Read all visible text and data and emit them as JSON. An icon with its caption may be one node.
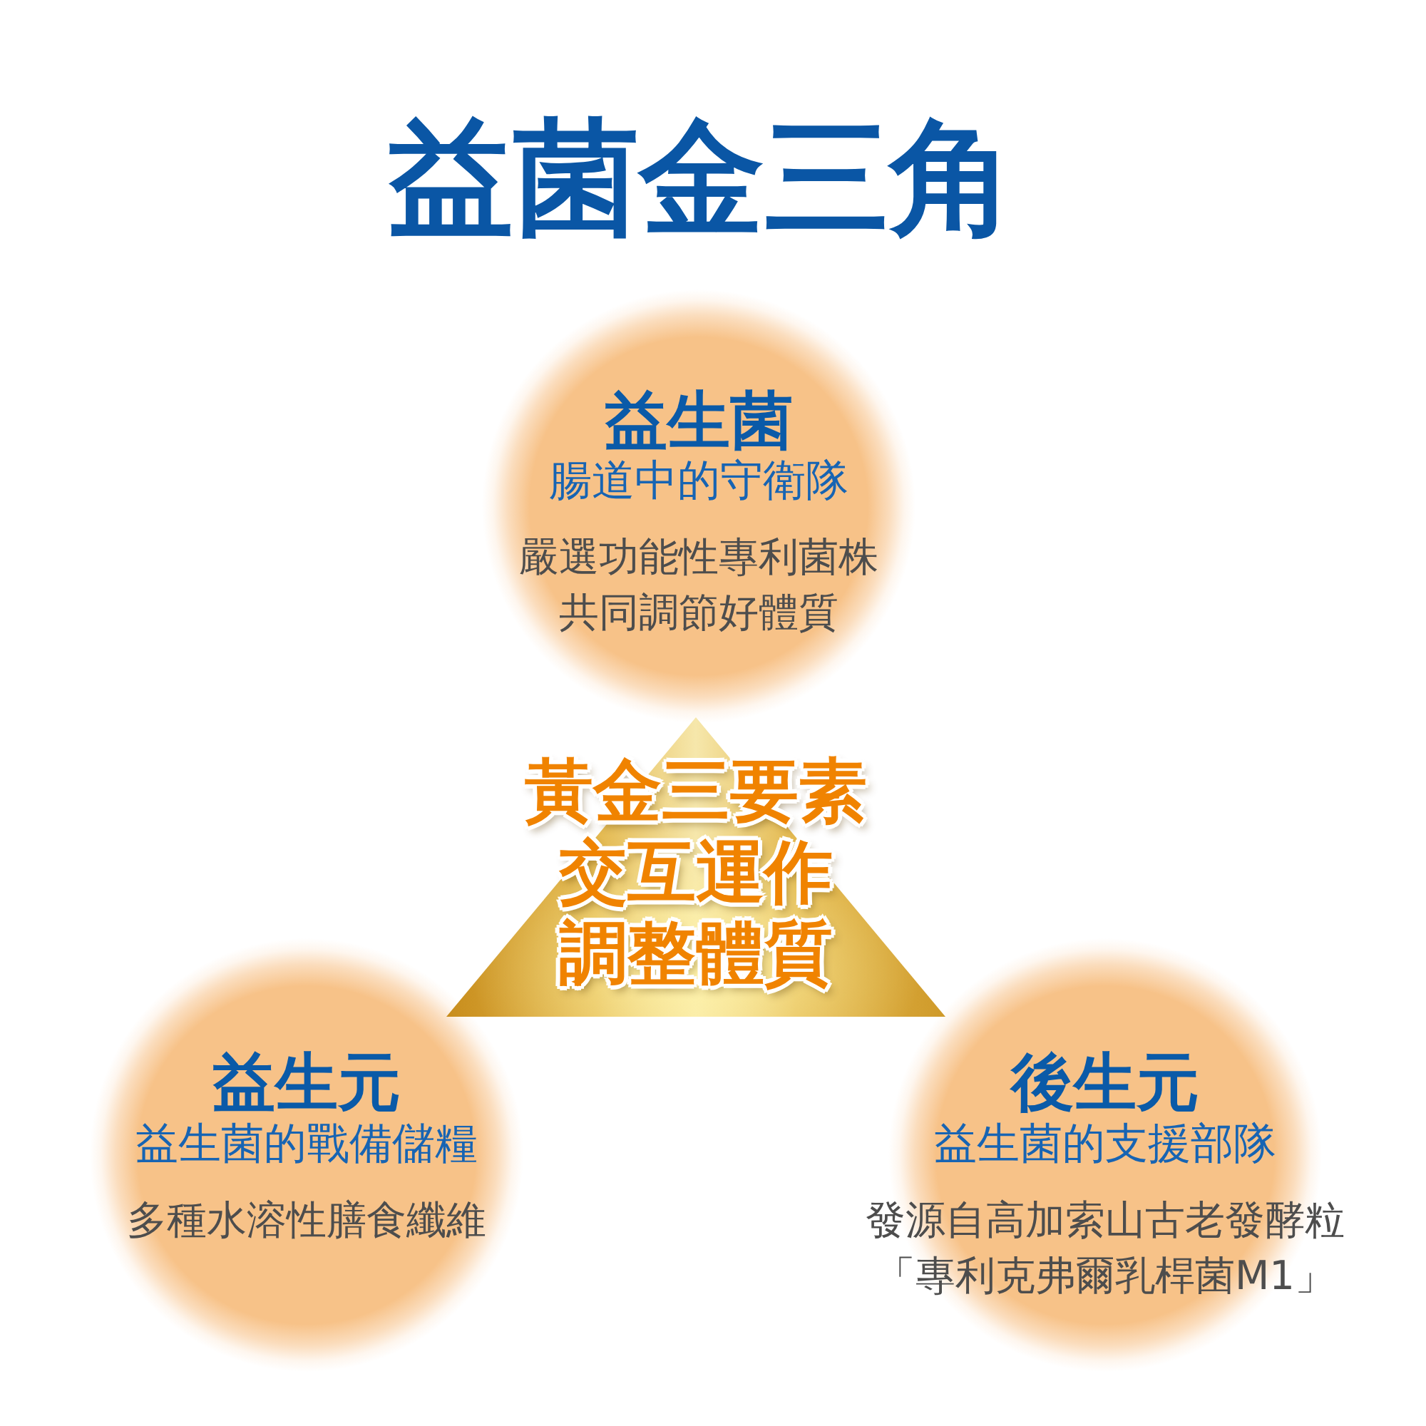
{
  "diagram": {
    "title": "益菌金三角",
    "nodes": [
      {
        "text": [
          "益生菌",
          "腸道中的守衛隊",
          "嚴選功能性專利菌株共同調節好體質"
        ]
      },
      {
        "text": [
          "黃金三要素",
          "交互運作",
          "調整體質"
        ]
      },
      {
        "text": [
          "益生元",
          "益生菌的戰備儲糧",
          "多種水溶性膳食纖維"
        ]
      },
      {
        "text": [
          "後生元",
          "益生菌的支援部隊",
          "發源自高加索山古老發酵粒「專利克弗爾乳桿菌M1」"
        ]
      }
    ]
  }
}
